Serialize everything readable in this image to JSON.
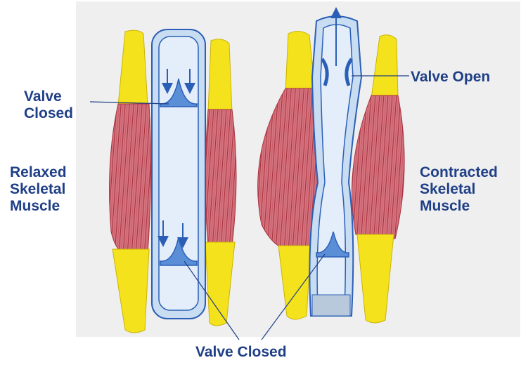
{
  "labels": {
    "valve_closed_top": [
      "Valve",
      "Closed"
    ],
    "valve_open": "Valve Open",
    "relaxed": [
      "Relaxed",
      "Skeletal",
      "Muscle"
    ],
    "contracted": [
      "Contracted",
      "Skeletal",
      "Muscle"
    ],
    "valve_closed_bottom": "Valve Closed"
  },
  "colors": {
    "background_panel": "#efefef",
    "muscle_fill": "#d4737e",
    "muscle_fiber": "#a8323f",
    "tendon": "#f4e21c",
    "vein_fill": "#c8dcf2",
    "vein_outline": "#2b5fb6",
    "label_text": "#1f3f86"
  }
}
